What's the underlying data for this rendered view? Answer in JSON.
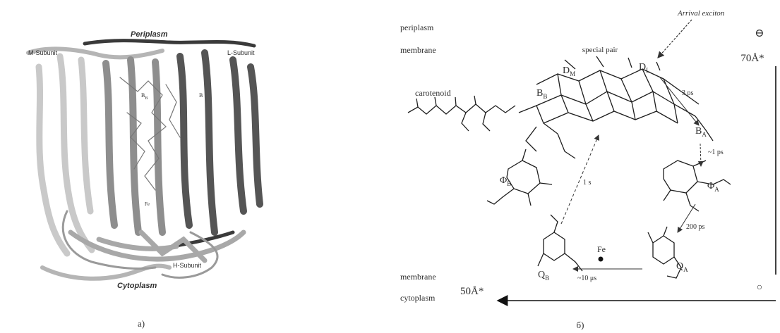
{
  "panel_a": {
    "caption": "а)",
    "label_periplasm": "Periplasm",
    "label_m_subunit": "M-Subunit",
    "label_l_subunit": "L-Subunit",
    "label_h_subunit": "H-Subunit",
    "label_cytoplasm": "Cytoplasm",
    "cofactor_bb": "B",
    "cofactor_bb_sub": "B",
    "cofactor_ba": "B",
    "cofactor_fe": "Fe"
  },
  "panel_b": {
    "caption": "б)",
    "periplasm": "periplasm",
    "membrane_top": "membrane",
    "membrane_bottom": "membrane",
    "cytoplasm": "cytoplasm",
    "special_pair": "special pair",
    "arrival": "Arrival exciton",
    "carotenoid": "carotenoid",
    "d_m": "D",
    "d_m_sub": "M",
    "d_l": "D",
    "d_l_sub": "L",
    "b_b": "B",
    "b_b_sub": "B",
    "b_a": "B",
    "b_a_sub": "A",
    "phi_b": "Φ",
    "phi_b_sub": "B",
    "phi_a": "Φ",
    "phi_a_sub": "A",
    "q_b": "Q",
    "q_b_sub": "B",
    "q_a": "Q",
    "q_a_sub": "A",
    "fe": "Fe",
    "t_3ps": "3 ps",
    "t_1ps": "~1 ps",
    "t_200ps": "200 ps",
    "t_1s": "1 s",
    "t_10us": "~10 μs",
    "scale_top": "70Å*",
    "scale_bottom": "50Å*",
    "sign_minus": "⊖",
    "sign_zero": "○"
  }
}
